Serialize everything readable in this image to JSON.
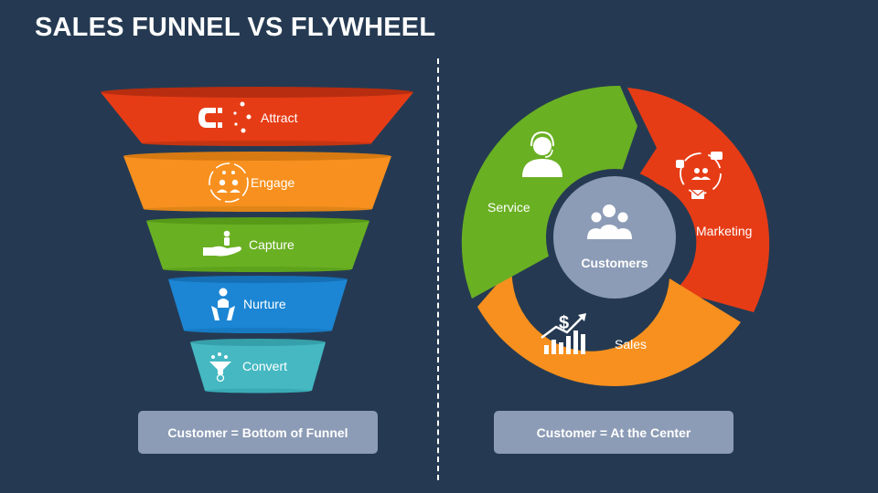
{
  "title": "SALES FUNNEL VS FLYWHEEL",
  "colors": {
    "background": "#253a52",
    "red": "#e63c16",
    "orange": "#f7901e",
    "green": "#6ab023",
    "blue": "#1c86d4",
    "teal": "#45b8c2",
    "hub": "#8c9cb6"
  },
  "funnel": {
    "stages": [
      {
        "label": "Attract",
        "icon": "magnet-icon"
      },
      {
        "label": "Engage",
        "icon": "engage-people-icon"
      },
      {
        "label": "Capture",
        "icon": "hand-person-icon"
      },
      {
        "label": "Nurture",
        "icon": "nurture-person-icon"
      },
      {
        "label": "Convert",
        "icon": "funnel-dollar-icon"
      }
    ],
    "caption": "Customer = Bottom of Funnel"
  },
  "flywheel": {
    "center": "Customers",
    "segments": [
      {
        "label": "Service",
        "icon": "support-agent-icon"
      },
      {
        "label": "Marketing",
        "icon": "marketing-people-icon"
      },
      {
        "label": "Sales",
        "icon": "sales-chart-dollar-icon"
      }
    ],
    "caption": "Customer = At the Center"
  }
}
